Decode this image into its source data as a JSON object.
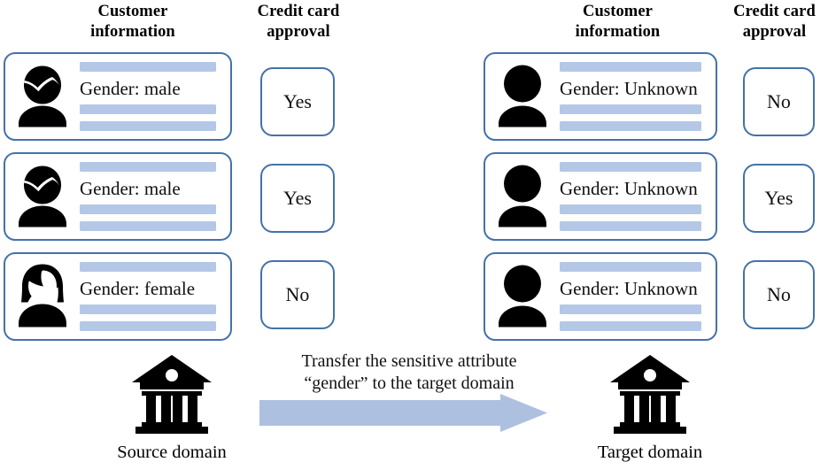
{
  "headers": {
    "source_customer": {
      "line1": "Customer",
      "line2": "information"
    },
    "source_approval": {
      "line1": "Credit card",
      "line2": "approval"
    },
    "target_customer": {
      "line1": "Customer",
      "line2": "information"
    },
    "target_approval": {
      "line1": "Credit card",
      "line2": "approval"
    }
  },
  "colors": {
    "border_blue": "#4472a8",
    "bar_blue": "#b4c7e7",
    "arrow_blue": "#aec0e0",
    "icon_black": "#000000",
    "background": "#ffffff"
  },
  "source_rows": [
    {
      "gender_label": "Gender: male",
      "icon": "person-male-icon",
      "approval": "Yes"
    },
    {
      "gender_label": "Gender: male",
      "icon": "person-male-icon",
      "approval": "Yes"
    },
    {
      "gender_label": "Gender: female",
      "icon": "person-female-icon",
      "approval": "No"
    }
  ],
  "target_rows": [
    {
      "gender_label": "Gender: Unknown",
      "icon": "person-unknown-icon",
      "approval": "No"
    },
    {
      "gender_label": "Gender: Unknown",
      "icon": "person-unknown-icon",
      "approval": "Yes"
    },
    {
      "gender_label": "Gender: Unknown",
      "icon": "person-unknown-icon",
      "approval": "No"
    }
  ],
  "transfer": {
    "caption_line1": "Transfer the sensitive attribute",
    "caption_line2": "“gender” to the target domain",
    "arrow_icon": "right-arrow-icon"
  },
  "domains": {
    "source": {
      "label": "Source domain",
      "icon": "bank-icon"
    },
    "target": {
      "label": "Target domain",
      "icon": "bank-icon"
    }
  }
}
